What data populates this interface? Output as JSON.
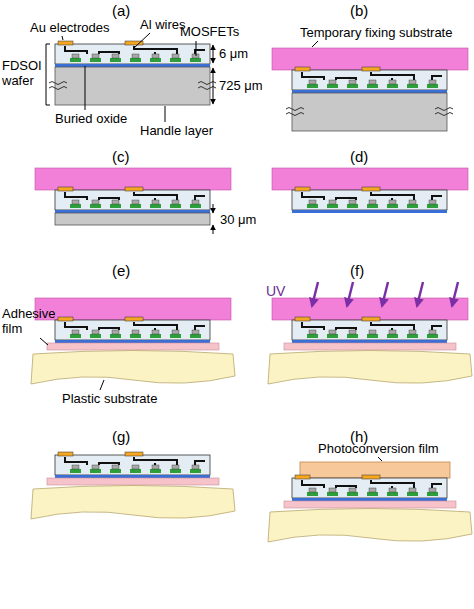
{
  "diagram": {
    "labels": [
      "(a)",
      "Au electrodes",
      "Al wires",
      "MOSFETs",
      "6 μm",
      "FDSOI wafer",
      "725 μm",
      "Buried oxide",
      "Handle layer",
      "(b)",
      "Temporary fixing substrate",
      "(c)",
      "30 μm",
      "(d)",
      "(e)",
      "Adhesive film",
      "Plastic substrate",
      "(f)",
      "UV",
      "(g)",
      "(h)",
      "Photoconversion film"
    ]
  }
}
